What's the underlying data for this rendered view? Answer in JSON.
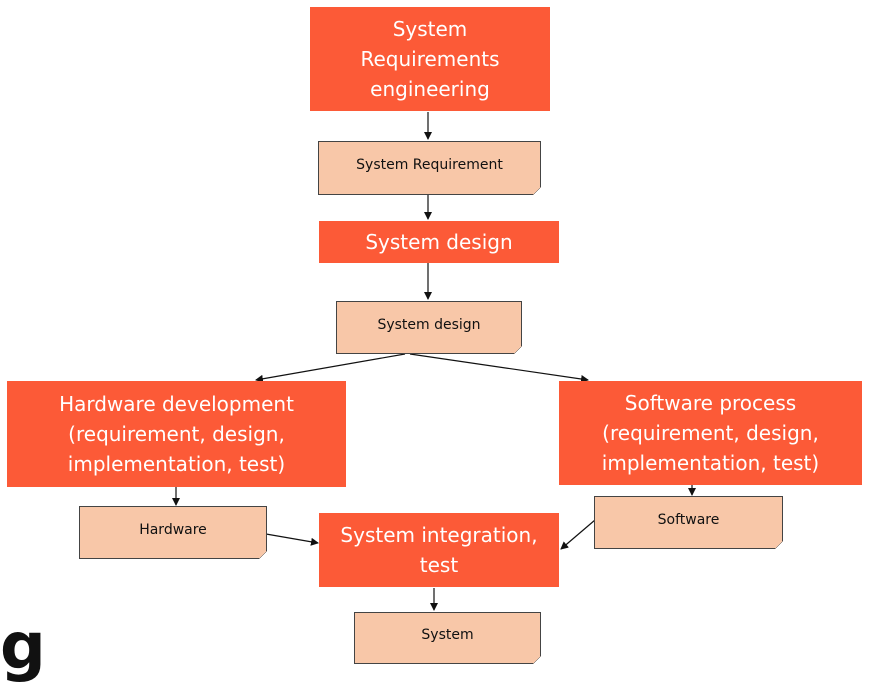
{
  "nodes": {
    "req_eng": "System\nRequirements\nengineering",
    "sys_req": "System Requirement",
    "sys_design_proc": "System design",
    "sys_design_doc": "System design",
    "hw_dev": "Hardware development\n(requirement, design,\nimplementation, test)",
    "sw_proc": "Software process\n(requirement, design,\nimplementation, test)",
    "hardware": "Hardware",
    "software": "Software",
    "integration": "System integration,\ntest",
    "system": "System"
  },
  "partial_text": "g",
  "colors": {
    "process": "#fc5a37",
    "document": "#f8c7a8",
    "arrow": "#111111"
  }
}
